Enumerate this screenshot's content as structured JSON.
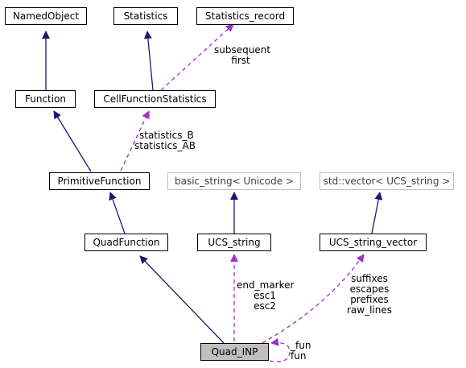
{
  "nodes": {
    "named_object": "NamedObject",
    "statistics": "Statistics",
    "statistics_record": "Statistics_record",
    "function": "Function",
    "cell_function_statistics": "CellFunctionStatistics",
    "primitive_function": "PrimitiveFunction",
    "basic_string": "basic_string< Unicode >",
    "std_vector": "std::vector< UCS_string >",
    "quad_function": "QuadFunction",
    "ucs_string": "UCS_string",
    "ucs_string_vector": "UCS_string_vector",
    "quad_inp": "Quad_INP"
  },
  "edge_labels": {
    "record": [
      "subsequent",
      "first"
    ],
    "stats": [
      "statistics_B",
      "statistics_AB"
    ],
    "ucs": [
      "end_marker",
      "esc1",
      "esc2"
    ],
    "vector": [
      "suffixes",
      "escapes",
      "prefixes",
      "raw_lines"
    ],
    "self": [
      "_fun",
      "fun"
    ]
  },
  "colors": {
    "inheritance": "#191970",
    "usage": "#9a32cd",
    "focus_fill": "#bfbfbf",
    "external_border": "#bfbfbf"
  }
}
